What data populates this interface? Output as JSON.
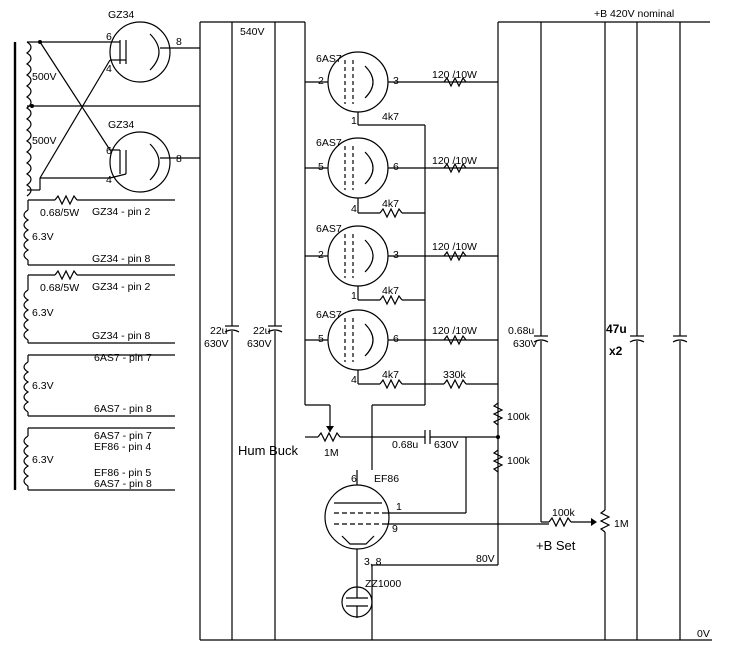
{
  "rails": {
    "b_plus": "+B 420V nominal",
    "v540": "540V",
    "v80": "80V",
    "v0": "0V"
  },
  "transformer": {
    "hv_top": "500V",
    "hv_bottom": "500V",
    "heater_voltage": "6.3V",
    "res_heater": "0.68/5W"
  },
  "heater_taps": {
    "t1": "GZ34 - pin 2",
    "t2": "GZ34 - pin 8",
    "t3": "GZ34 - pin 2",
    "t4": "GZ34 - pin 8",
    "t5": "6AS7 - pin 7",
    "t6": "6AS7 - pin 8",
    "t7": "6AS7 - pin 7",
    "t8": "EF86 - pin 4",
    "t9": "EF86 - pin 5",
    "t10": "6AS7 - pin 8"
  },
  "rectifiers": {
    "name": "GZ34",
    "pin6": "6",
    "pin4": "4",
    "pin8": "8"
  },
  "caps": {
    "c22": "22u",
    "c630": "630V",
    "c068": "0.68u",
    "c47": "47u",
    "cx2": "x2",
    "ccoup": "0.68u",
    "ccoup_v": "630V"
  },
  "pass_tubes": {
    "name": "6AS7",
    "p1": "1",
    "p2": "2",
    "p3": "3",
    "p4": "4",
    "p5": "5",
    "p6": "6",
    "r_anode": "120 /10W",
    "r_grid": "4k7",
    "r_330k": "330k"
  },
  "control": {
    "hum_buck": "Hum Buck",
    "pot_1m": "1M",
    "ef86": "EF86",
    "p6": "6",
    "p1": "1",
    "p9": "9",
    "p38": "3, 8",
    "r100k": "100k",
    "b_set": "+B Set",
    "zener": "ZZ1000"
  }
}
